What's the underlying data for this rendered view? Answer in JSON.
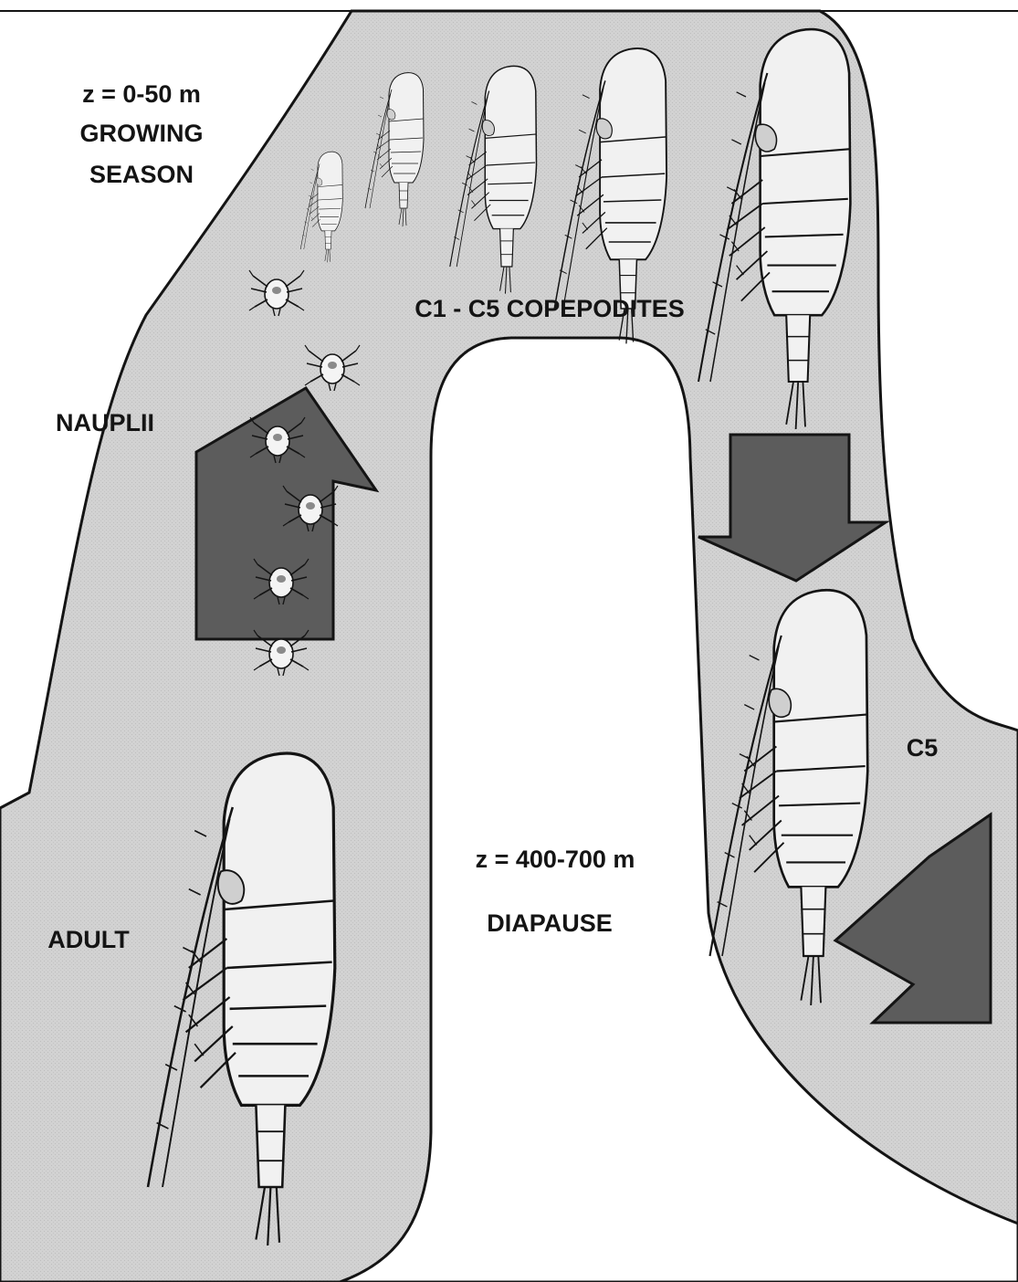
{
  "labels": {
    "surface_depth": "z = 0-50 m",
    "growing_1": "GROWING",
    "growing_2": "SEASON",
    "copepodites": "C1 - C5 COPEPODITES",
    "nauplii": "NAUPLII",
    "adult": "ADULT",
    "deep_depth": "z = 400-700 m",
    "diapause": "DIAPAUSE",
    "c5": "C5"
  },
  "colors": {
    "region_fill": "#d0d0d0",
    "arrow_fill": "#5c5c5c",
    "outline": "#141414",
    "background": "#ffffff"
  },
  "icons": {
    "nauplius": "nauplius-icon",
    "copepodite": "copepodite-icon",
    "adult": "adult-copepod-icon",
    "arrow": "block-arrow-icon"
  }
}
